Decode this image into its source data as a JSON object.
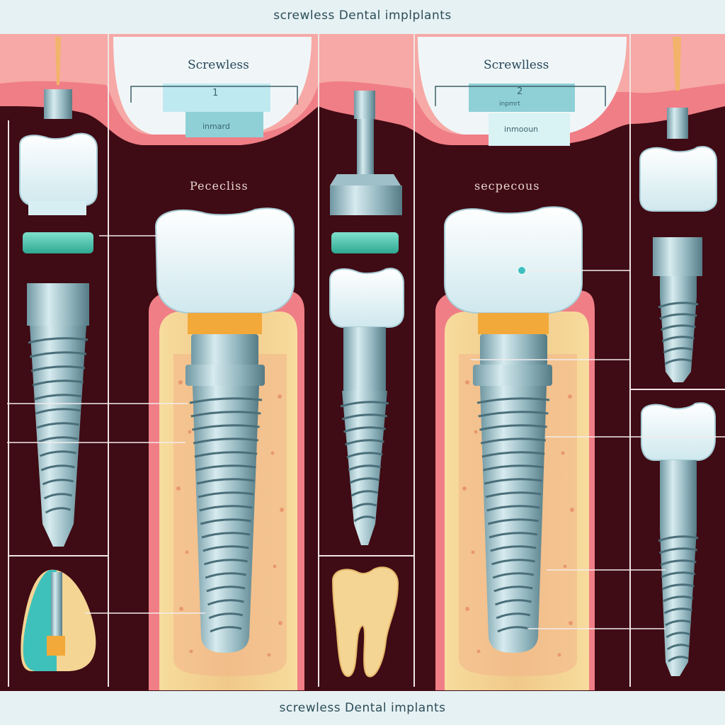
{
  "title_top": "screwless Dental implplants",
  "title_bottom": "screwless Dental implants",
  "panels": [
    {
      "header": "Screwless",
      "box_number": "1",
      "box_sub": "",
      "tab_label": "inmard",
      "sub_label": "Pececliss"
    },
    {
      "header": "Screwlless",
      "box_number": "2",
      "box_sub": "inpmrt",
      "tab_label": "inmooun",
      "sub_label": "secpecous"
    }
  ],
  "colors": {
    "background": "#3f0b14",
    "gum": "#f07e86",
    "bone": "#f4d594",
    "crown": "#eef8fa",
    "titanium": "#9fc0c8",
    "abutment": "#f2a93a",
    "collar": "#3fbfa6"
  }
}
